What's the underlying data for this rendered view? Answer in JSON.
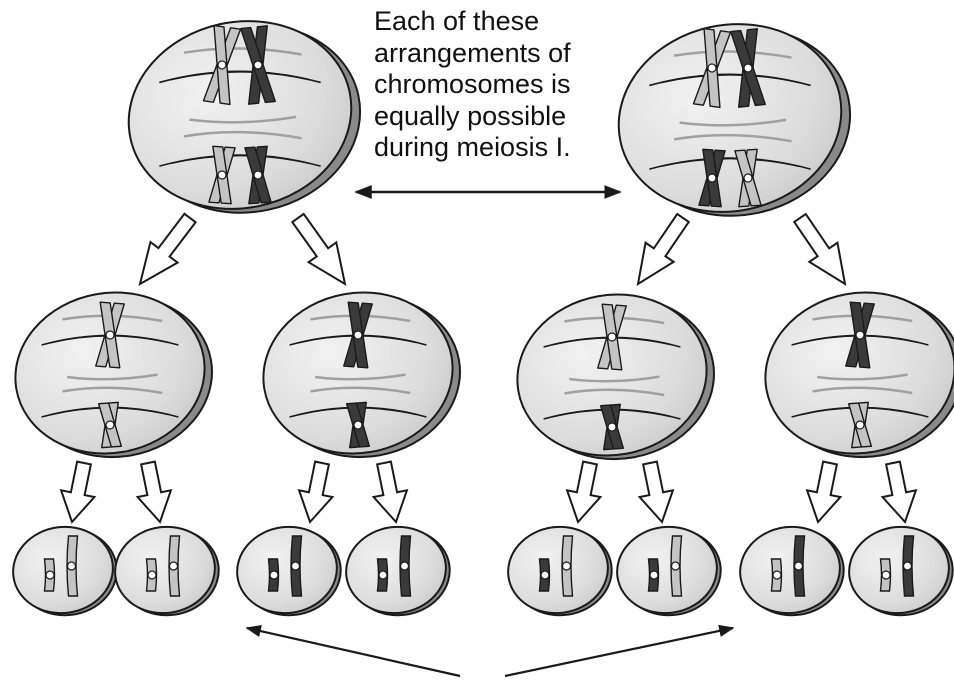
{
  "caption": {
    "lines": [
      "Each of these",
      "arrangements of",
      "chromosomes is",
      "equally possible",
      "during meiosis I."
    ]
  },
  "colors": {
    "cell_fill": "#dcdcdc",
    "cell_shadow": "#8a8a8a",
    "outline": "#1a1a1a",
    "chromosome_light": "#c4c4c4",
    "chromosome_dark": "#3a3a3a",
    "spindle_gray": "#a0a0a0"
  },
  "icons": {
    "stage_arrow": "hollow-down-arrow-icon",
    "comparison_arrow": "double-headed-arrow-icon",
    "pointer_arrow": "pointer-arrow-icon"
  }
}
